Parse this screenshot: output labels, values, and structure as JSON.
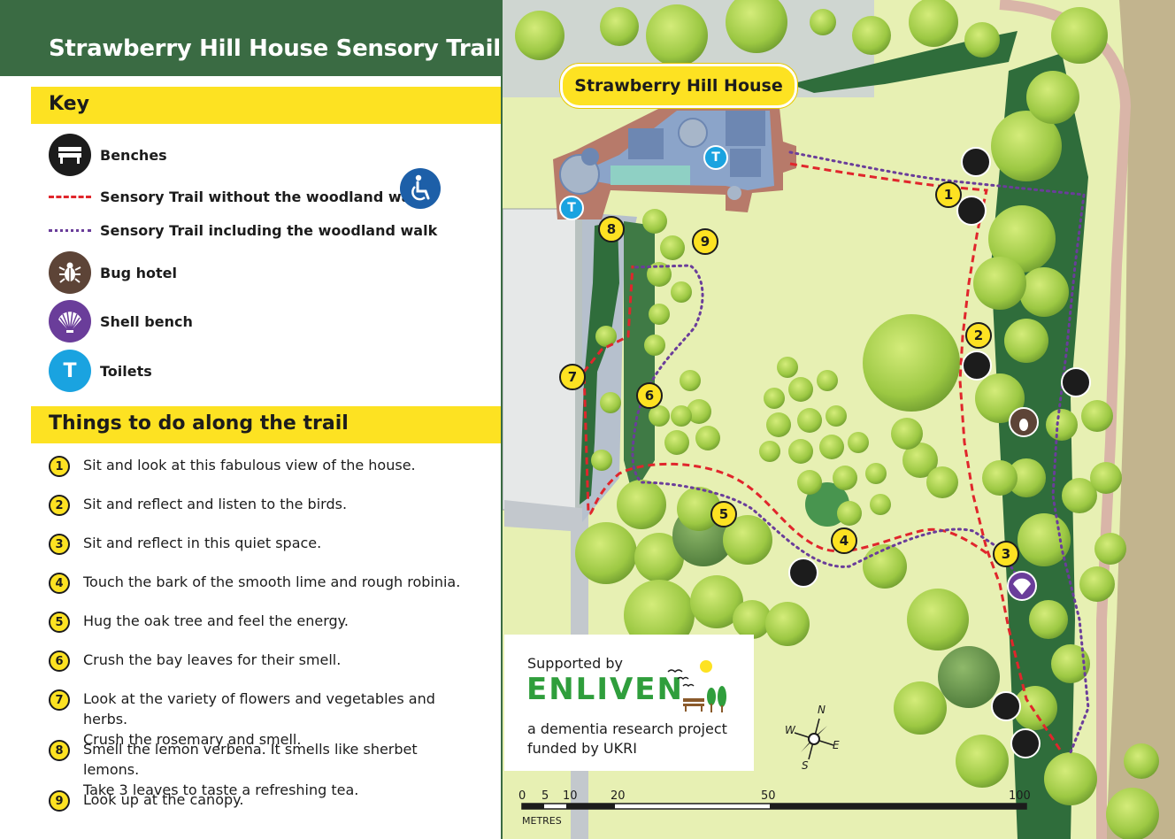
{
  "title": "Strawberry Hill House Sensory Trail",
  "key": {
    "heading": "Key",
    "items": [
      {
        "id": "benches",
        "label": "Benches"
      },
      {
        "id": "red-trail",
        "label": "Sensory Trail without the woodland walk"
      },
      {
        "id": "purple-trail",
        "label": "Sensory Trail including the woodland walk"
      },
      {
        "id": "bug-hotel",
        "label": "Bug hotel"
      },
      {
        "id": "shell-bench",
        "label": "Shell bench"
      },
      {
        "id": "toilets",
        "label": "Toilets",
        "symbol": "T"
      }
    ]
  },
  "things": {
    "heading": "Things to do along the trail",
    "items": [
      {
        "n": "1",
        "lines": [
          "Sit and look at this fabulous view of the house."
        ]
      },
      {
        "n": "2",
        "lines": [
          "Sit and reflect and listen to the birds."
        ]
      },
      {
        "n": "3",
        "lines": [
          "Sit and reflect in this quiet space."
        ]
      },
      {
        "n": "4",
        "lines": [
          "Touch the bark of the smooth lime and rough robinia."
        ]
      },
      {
        "n": "5",
        "lines": [
          "Hug the oak tree and feel the energy."
        ]
      },
      {
        "n": "6",
        "lines": [
          "Crush the bay leaves for their smell."
        ]
      },
      {
        "n": "7",
        "lines": [
          "Look at the variety of flowers and vegetables and herbs.",
          "Crush the rosemary and smell."
        ]
      },
      {
        "n": "8",
        "lines": [
          "Smell the lemon verbena. It smells like sherbet lemons.",
          "Take 3 leaves to taste a refreshing tea."
        ]
      },
      {
        "n": "9",
        "lines": [
          "Look up at the canopy."
        ]
      }
    ]
  },
  "map": {
    "house_label": "Strawberry Hill House",
    "toilet_symbol": "T",
    "markers": [
      "1",
      "2",
      "3",
      "4",
      "5",
      "6",
      "7",
      "8",
      "9"
    ],
    "compass": {
      "n": "N",
      "e": "E",
      "s": "S",
      "w": "W"
    },
    "scale": {
      "ticks": [
        "0",
        "5",
        "10",
        "20",
        "50",
        "100"
      ],
      "unit": "METRES"
    }
  },
  "support": {
    "line1": "Supported by",
    "brand": "ENLIVEN",
    "line2": "a dementia research project",
    "line3": "funded by UKRI"
  },
  "colors": {
    "header_green": "#3a6b43",
    "key_yellow": "#fde222",
    "red_trail": "#e0262c",
    "purple_trail": "#6a3d9a",
    "toilet_blue": "#1aa3e0",
    "bug_brown": "#5d4437",
    "shell_purple": "#6a3d9a",
    "bench_black": "#1c1c1c",
    "lawn": "#e7f0b3",
    "tree_green": "#a6cf49",
    "hedge_dark": "#2f6d3b",
    "brand_green": "#2f9e3c"
  }
}
